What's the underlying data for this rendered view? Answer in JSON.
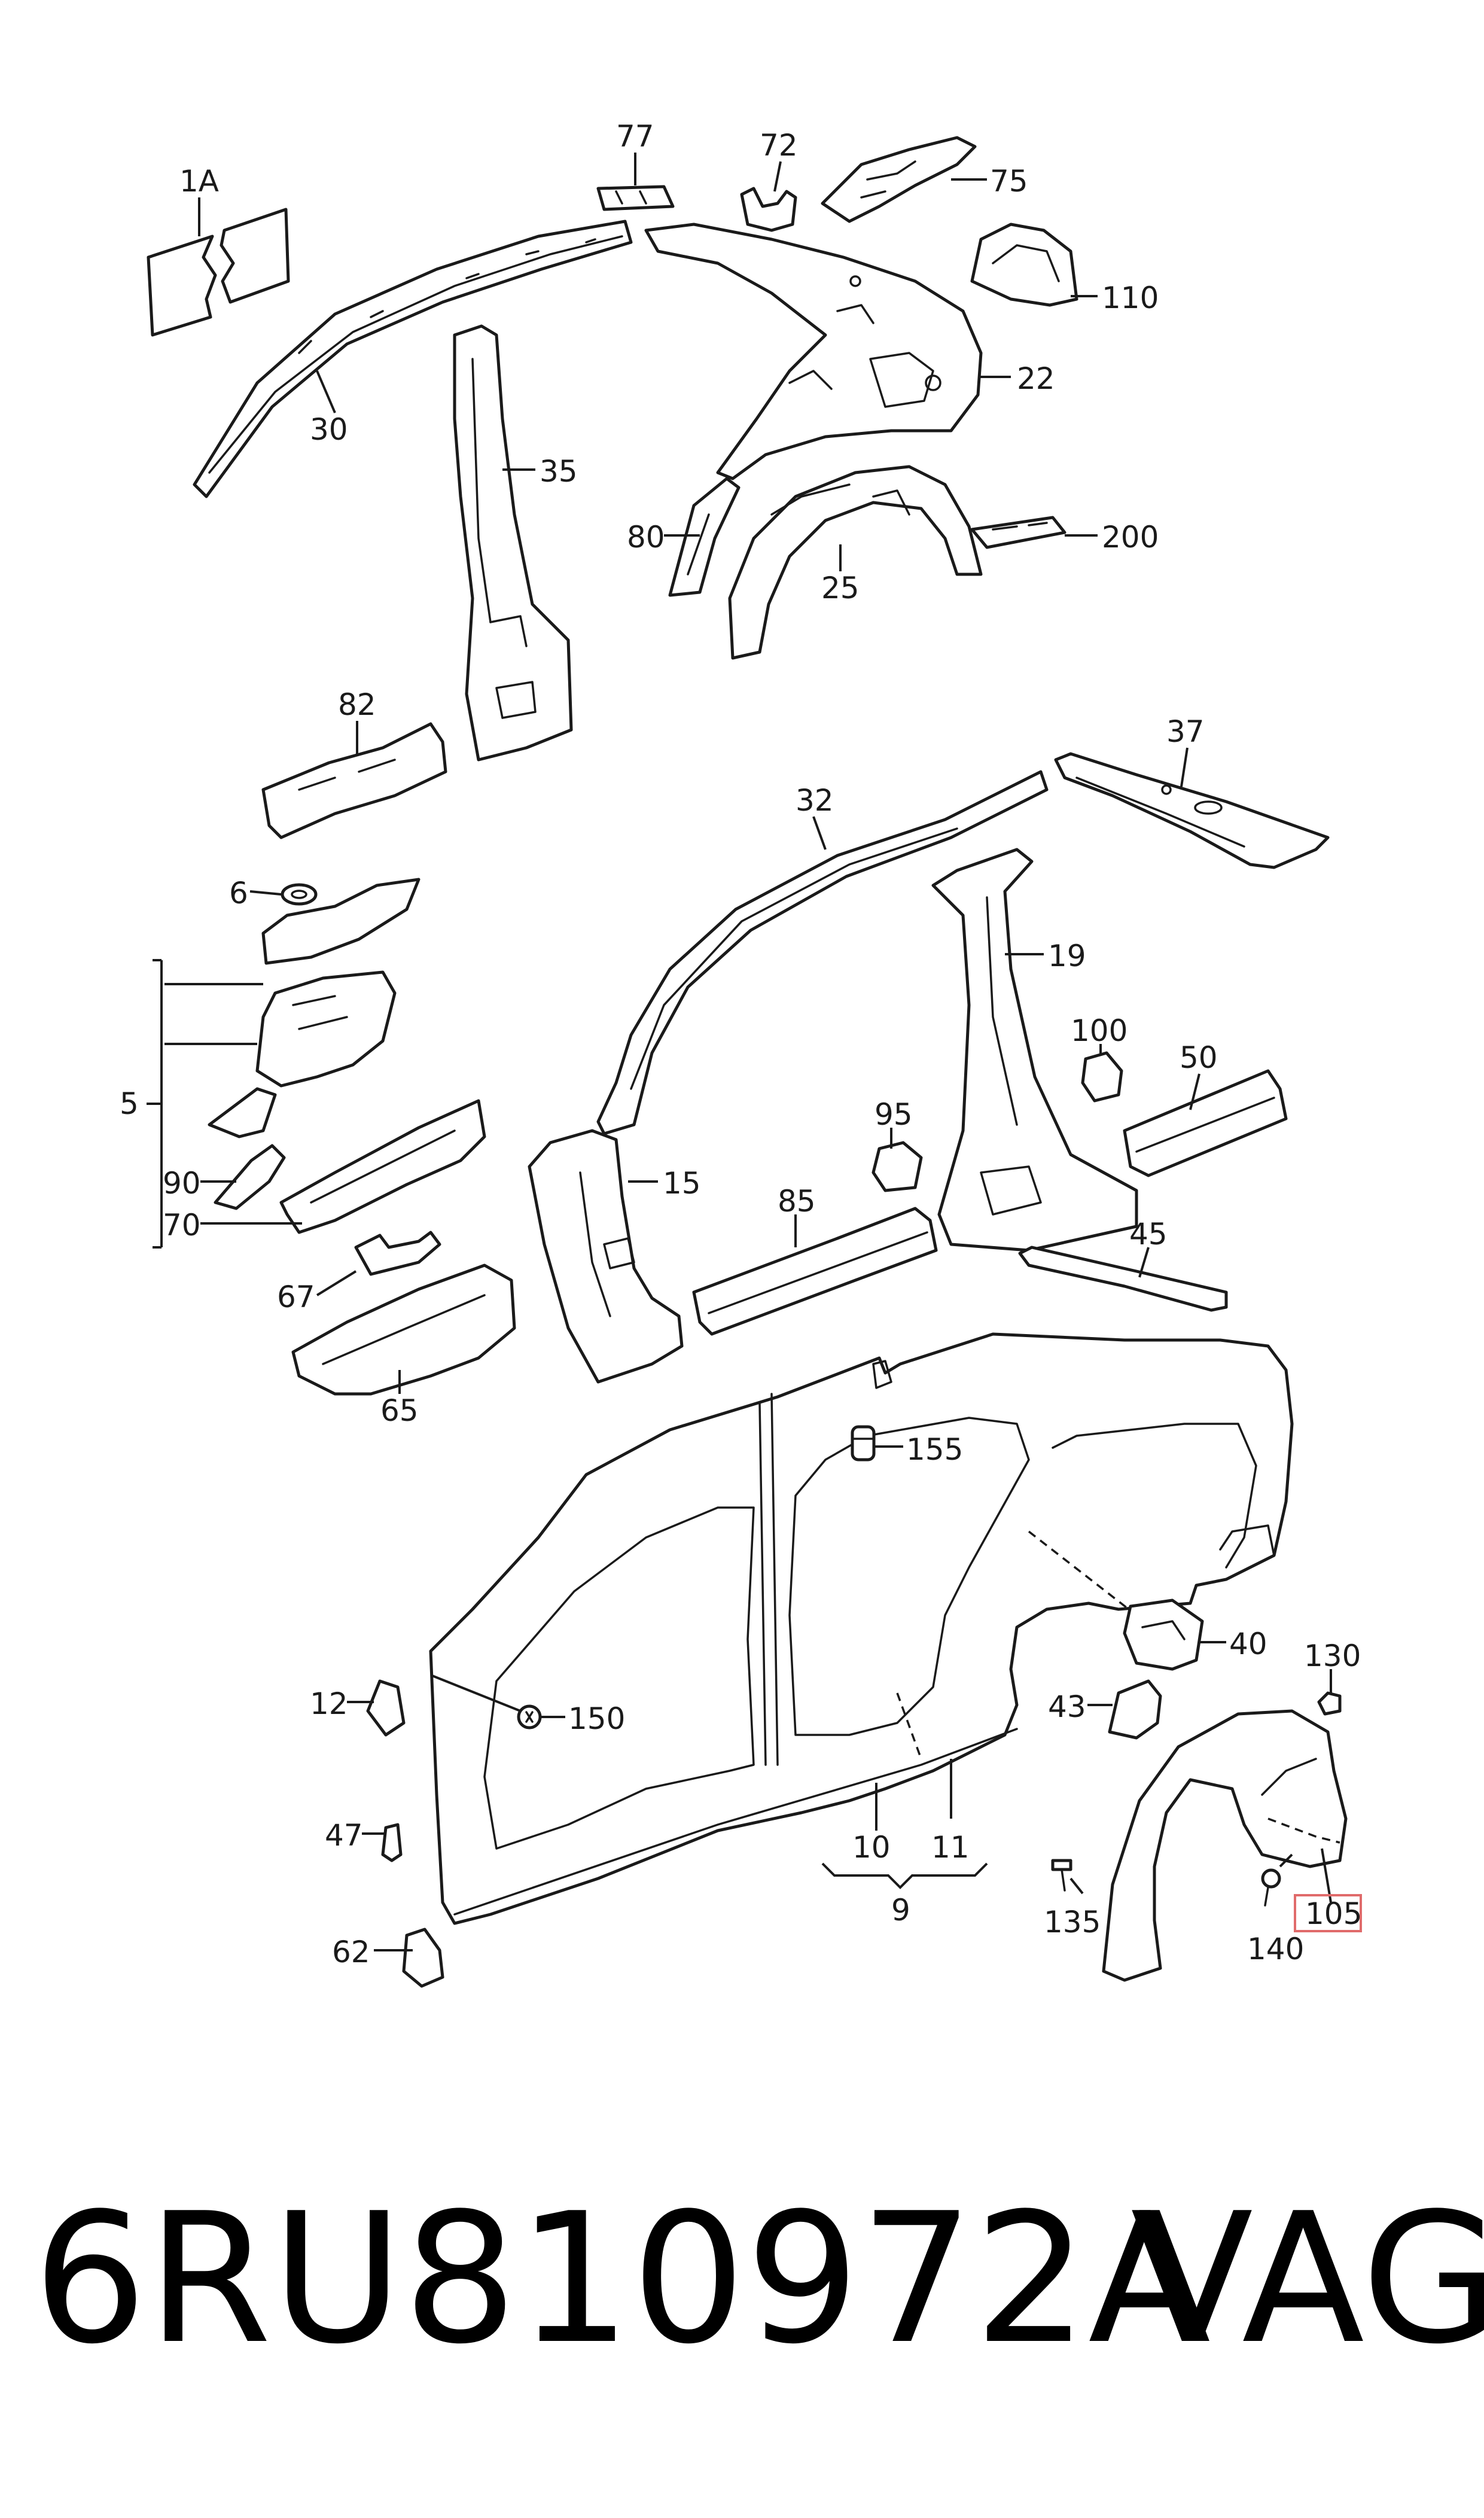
{
  "callouts": {
    "c1A": "1A",
    "c77": "77",
    "c72": "72",
    "c75": "75",
    "c110": "110",
    "c30": "30",
    "c35": "35",
    "c22": "22",
    "c80": "80",
    "c25": "25",
    "c200": "200",
    "c82": "82",
    "c37": "37",
    "c32": "32",
    "c6": "6",
    "c19": "19",
    "c5": "5",
    "c100": "100",
    "c50": "50",
    "c95": "95",
    "c90": "90",
    "c15": "15",
    "c85": "85",
    "c70": "70",
    "c45": "45",
    "c67": "67",
    "c65": "65",
    "c155": "155",
    "c40": "40",
    "c130": "130",
    "c12": "12",
    "c150": "150",
    "c43": "43",
    "c47": "47",
    "c10": "10",
    "c11": "11",
    "c9": "9",
    "c135": "135",
    "c140": "140",
    "c105": "105",
    "c62": "62"
  },
  "highlighted_callout": "105",
  "highlight_color": "#e06b6b",
  "footer": {
    "part_number": "6RU810972A",
    "brand": "VAG"
  }
}
